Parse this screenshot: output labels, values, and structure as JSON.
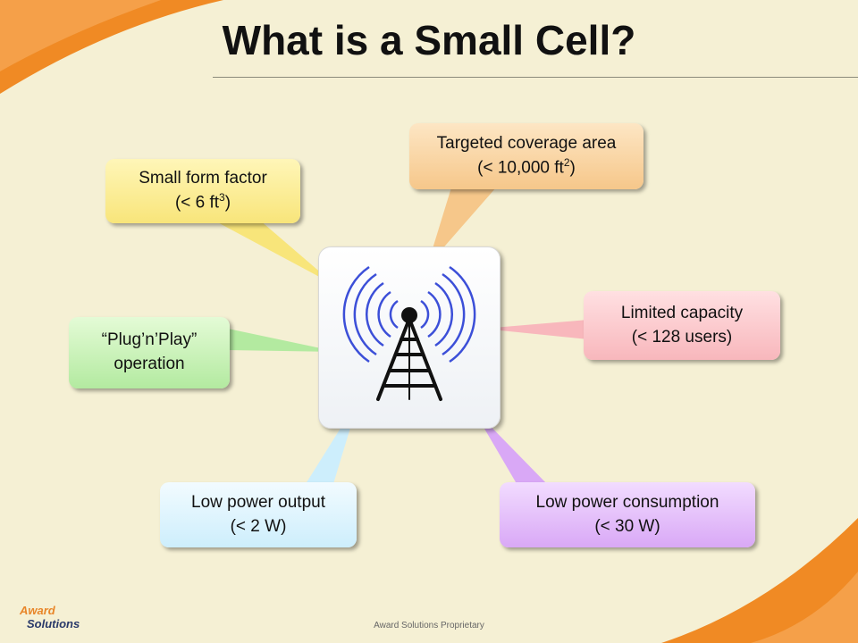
{
  "slide": {
    "title": "What is a Small Cell?",
    "footer": "Award Solutions Proprietary",
    "logo": {
      "line1": "Award",
      "line2": "Solutions"
    }
  },
  "callouts": {
    "form_factor": {
      "line1": "Small form factor",
      "line2_pre": "(< 6 ft",
      "line2_sup": "3",
      "line2_post": ")"
    },
    "coverage": {
      "line1": "Targeted coverage area",
      "line2_pre": "(< 10,000 ft",
      "line2_sup": "2",
      "line2_post": ")"
    },
    "plug_n_play": {
      "line1": "“Plug’n’Play”",
      "line2": "operation"
    },
    "capacity": {
      "line1": "Limited capacity",
      "line2": "(< 128 users)"
    },
    "power_output": {
      "line1": "Low power output",
      "line2": "(< 2 W)"
    },
    "power_consumption": {
      "line1": "Low power consumption",
      "line2": "(< 30 W)"
    }
  },
  "colors": {
    "background": "#f5f0d4",
    "accent_orange": "#f08a24",
    "wave_blue": "#3c4fd8",
    "tower": "#111111"
  },
  "icons": [
    "cell-tower-icon",
    "radio-waves-icon"
  ]
}
